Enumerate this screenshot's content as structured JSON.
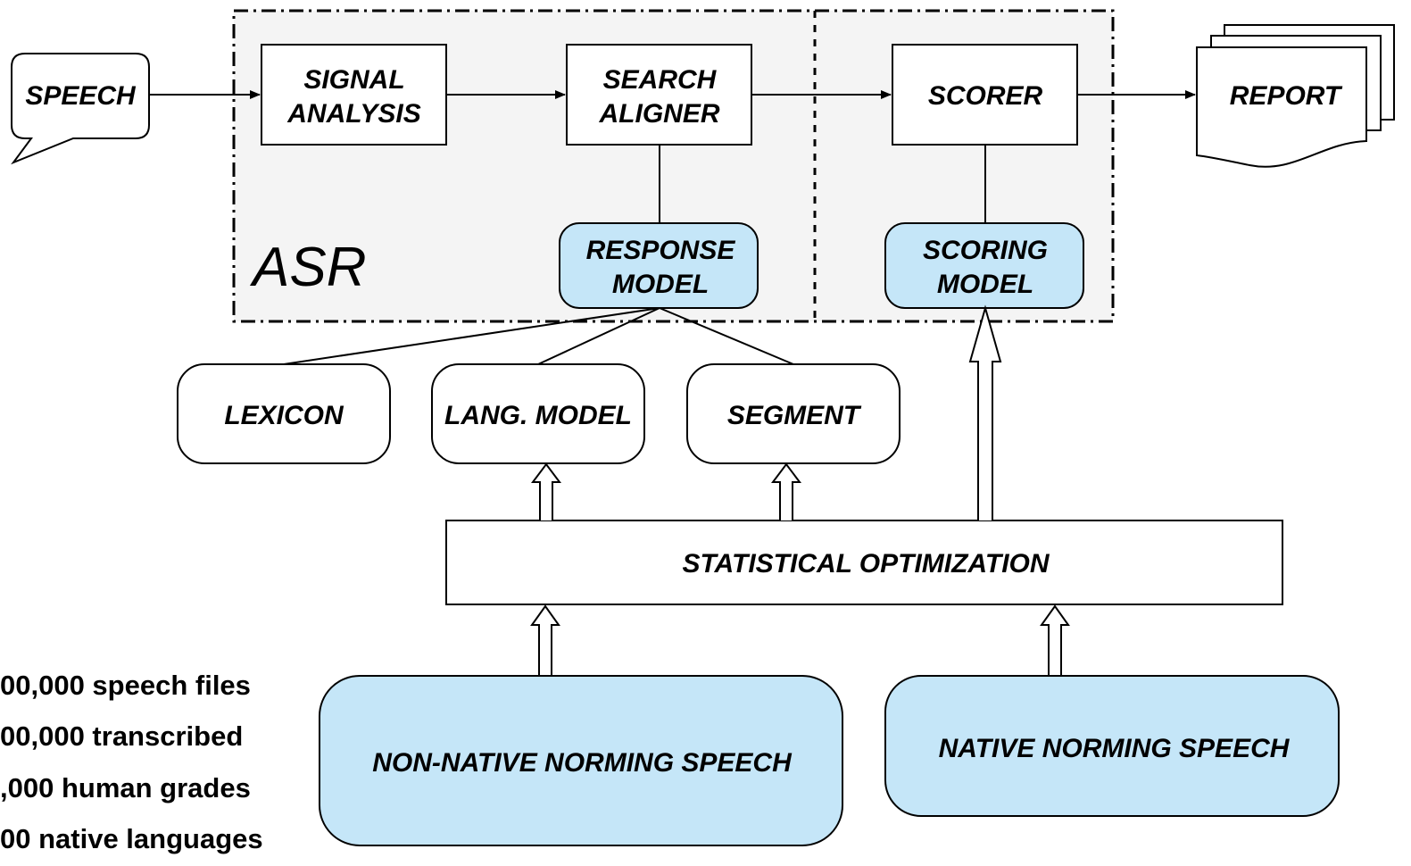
{
  "speech": "SPEECH",
  "signal": [
    "SIGNAL",
    "ANALYSIS"
  ],
  "search": [
    "SEARCH",
    "ALIGNER"
  ],
  "scorer": "SCORER",
  "report": "REPORT",
  "asr": "ASR",
  "response_model": [
    "RESPONSE",
    "MODEL"
  ],
  "scoring_model": [
    "SCORING",
    "MODEL"
  ],
  "lexicon": "LEXICON",
  "lang_model": "LANG. MODEL",
  "segment": "SEGMENT",
  "stat_opt": "STATISTICAL OPTIMIZATION",
  "non_native": "NON-NATIVE  NORMING SPEECH",
  "native": "NATIVE  NORMING SPEECH",
  "stats": [
    "00,000 speech files",
    "00,000 transcribed",
    ",000 human grades",
    "00 native languages"
  ],
  "colors": {
    "fill_blue": "#c5e6f8",
    "asr_bg": "#f4f4f4",
    "stroke": "#000000"
  }
}
